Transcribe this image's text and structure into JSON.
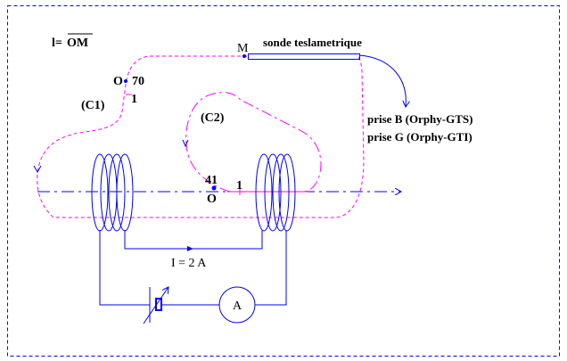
{
  "formula": {
    "lhs": "l=",
    "rhs": "OM"
  },
  "probe": {
    "point_label": "M",
    "label": "sonde teslametrique"
  },
  "outputs": [
    "prise B (Orphy-GTS)",
    "prise G (Orphy-GTI)"
  ],
  "curve1": {
    "label": "(C1)",
    "origin_label": "O",
    "start_value": "70",
    "tick_label": "1"
  },
  "curve2": {
    "label": "(C2)",
    "origin_label": "O",
    "start_value": "41",
    "tick_label": "1"
  },
  "current": "I = 2 A",
  "ammeter": "A",
  "colors": {
    "circuit": "#0000ff",
    "field_lines": "#ff00ff",
    "text": "#000000"
  }
}
